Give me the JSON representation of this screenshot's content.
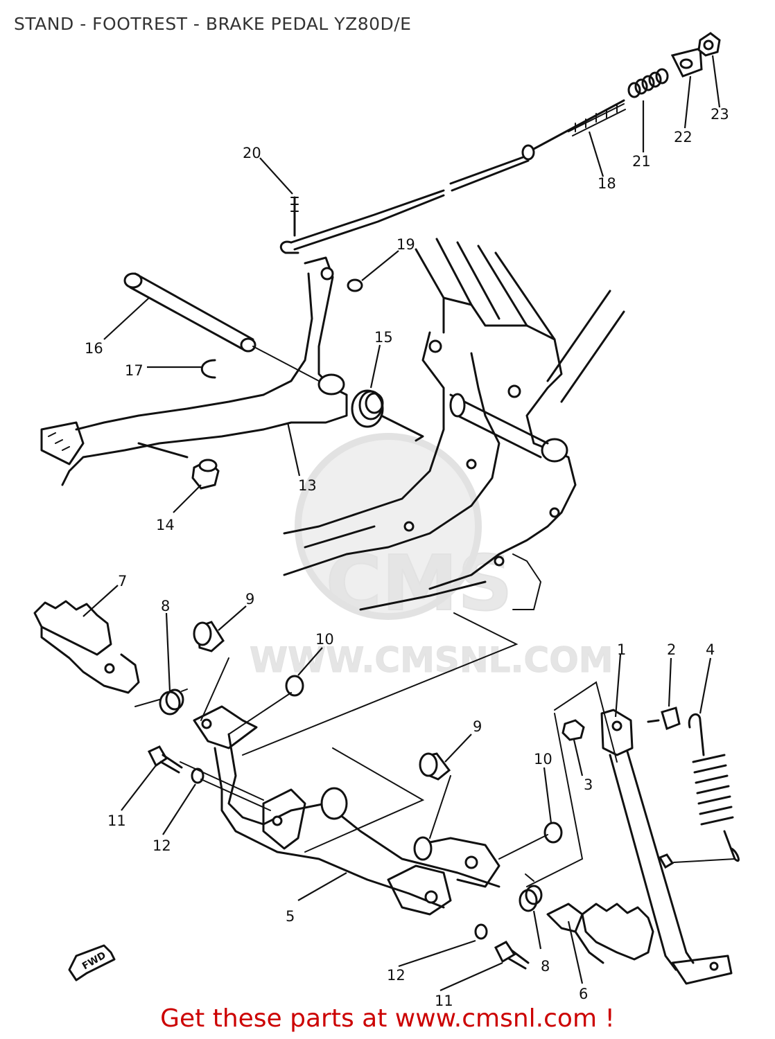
{
  "title": "STAND - FOOTREST - BRAKE PEDAL YZ80D/E",
  "footer_link": "Get these parts at www.cmsnl.com !",
  "watermark": {
    "brand": "CMS",
    "url": "WWW.CMSNL.COM"
  },
  "direction_label": "FWD",
  "callouts": [
    {
      "id": "c1",
      "label": "1"
    },
    {
      "id": "c2",
      "label": "2"
    },
    {
      "id": "c3",
      "label": "3"
    },
    {
      "id": "c4",
      "label": "4"
    },
    {
      "id": "c5",
      "label": "5"
    },
    {
      "id": "c6",
      "label": "6"
    },
    {
      "id": "c7",
      "label": "7"
    },
    {
      "id": "c8a",
      "label": "8"
    },
    {
      "id": "c8b",
      "label": "8"
    },
    {
      "id": "c9a",
      "label": "9"
    },
    {
      "id": "c9b",
      "label": "9"
    },
    {
      "id": "c10a",
      "label": "10"
    },
    {
      "id": "c10b",
      "label": "10"
    },
    {
      "id": "c11a",
      "label": "11"
    },
    {
      "id": "c11b",
      "label": "11"
    },
    {
      "id": "c12a",
      "label": "12"
    },
    {
      "id": "c12b",
      "label": "12"
    },
    {
      "id": "c13",
      "label": "13"
    },
    {
      "id": "c14",
      "label": "14"
    },
    {
      "id": "c15",
      "label": "15"
    },
    {
      "id": "c16",
      "label": "16"
    },
    {
      "id": "c17",
      "label": "17"
    },
    {
      "id": "c18",
      "label": "18"
    },
    {
      "id": "c19",
      "label": "19"
    },
    {
      "id": "c20",
      "label": "20"
    },
    {
      "id": "c21",
      "label": "21"
    },
    {
      "id": "c22",
      "label": "22"
    },
    {
      "id": "c23",
      "label": "23"
    }
  ]
}
